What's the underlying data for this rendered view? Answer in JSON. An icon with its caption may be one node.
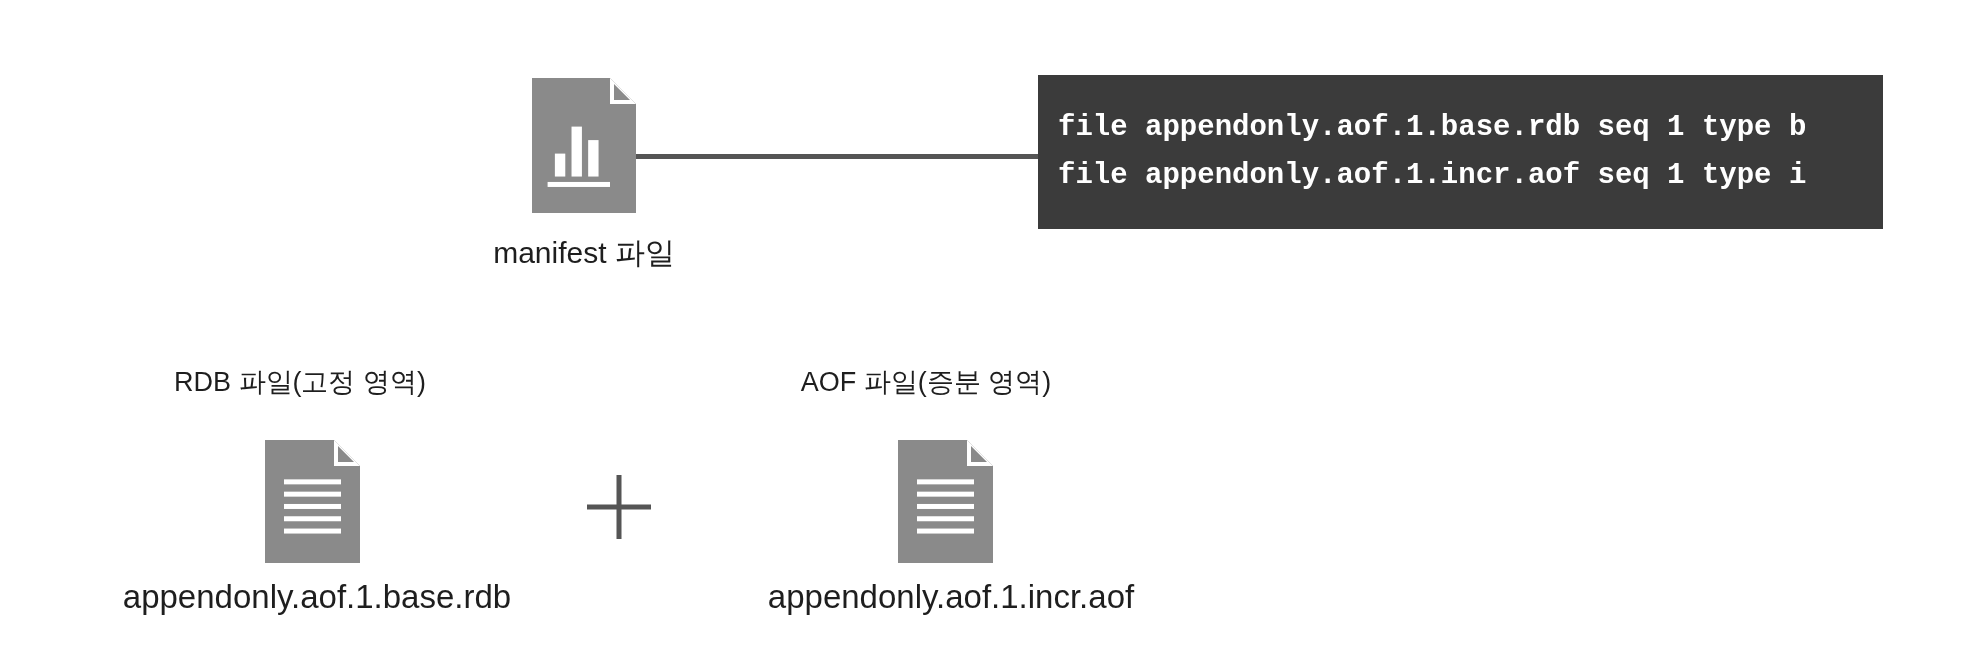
{
  "diagram": {
    "nodes": [
      {
        "text": [],
        "shape": "document",
        "beside": [
          "manifest 파일"
        ]
      },
      {
        "text": [
          "file appendonly.aof.1.base.rdb seq 1 type b",
          "file appendonly.aof.1.incr.aof seq 1 type i"
        ]
      }
    ],
    "edges": [
      {
        "from": 0,
        "to": 1,
        "arrow": "none"
      }
    ],
    "labels": [
      "RDB 파일(고정 영역)",
      "AOF 파일(증분 영역)",
      "appendonly.aof.1.base.rdb",
      "appendonly.aof.1.incr.aof"
    ]
  }
}
